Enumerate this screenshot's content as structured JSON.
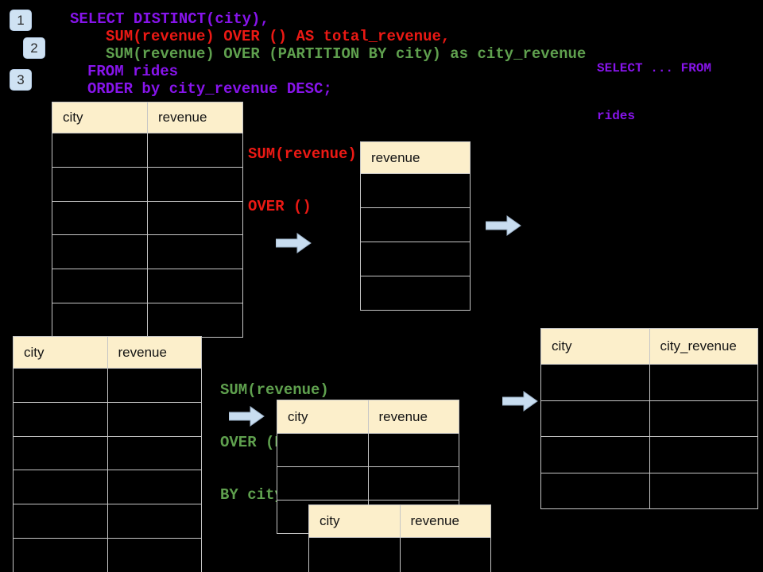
{
  "colors": {
    "purple": "#8714eb",
    "red": "#eb1914",
    "green": "#5fa04e",
    "header_bg": "#fcefcb",
    "table_border": "#c6c6c6",
    "arrow_fill": "#c8ddf0",
    "arrow_stroke": "#9cb2c9",
    "badge_bg": "#cfe2f3",
    "background": "#000000"
  },
  "steps": [
    "1",
    "2",
    "3"
  ],
  "sql": {
    "lines": [
      {
        "text": "SELECT DISTINCT(city),",
        "color": "purple"
      },
      {
        "text": "SUM(revenue) OVER () AS total_revenue,",
        "color": "red"
      },
      {
        "text": "SUM(revenue) OVER (PARTITION BY city) as city_revenue",
        "color": "green"
      },
      {
        "text": "FROM rides",
        "color": "purple"
      },
      {
        "text": "ORDER by city_revenue DESC;",
        "color": "purple"
      }
    ]
  },
  "side_note": {
    "color": "purple",
    "lines": [
      "SELECT ... FROM",
      "rides"
    ]
  },
  "annotations": {
    "total": {
      "color": "red",
      "lines": [
        "SUM(revenue)",
        "OVER ()"
      ]
    },
    "partition": {
      "color": "green",
      "lines": [
        "SUM(revenue)",
        "OVER (PARTITION",
        "BY city)"
      ]
    }
  },
  "tables": {
    "source_top": {
      "columns": [
        "city",
        "revenue"
      ],
      "rows": 6
    },
    "total_revenue": {
      "columns": [
        "revenue"
      ],
      "rows": 4
    },
    "source_bottom": {
      "columns": [
        "city",
        "revenue"
      ],
      "rows": 6
    },
    "partition_first": {
      "columns": [
        "city",
        "revenue"
      ],
      "rows": 3
    },
    "partition_second": {
      "columns": [
        "city",
        "revenue"
      ],
      "rows": 1
    },
    "result": {
      "columns": [
        "city",
        "city_revenue"
      ],
      "rows": 4
    }
  }
}
